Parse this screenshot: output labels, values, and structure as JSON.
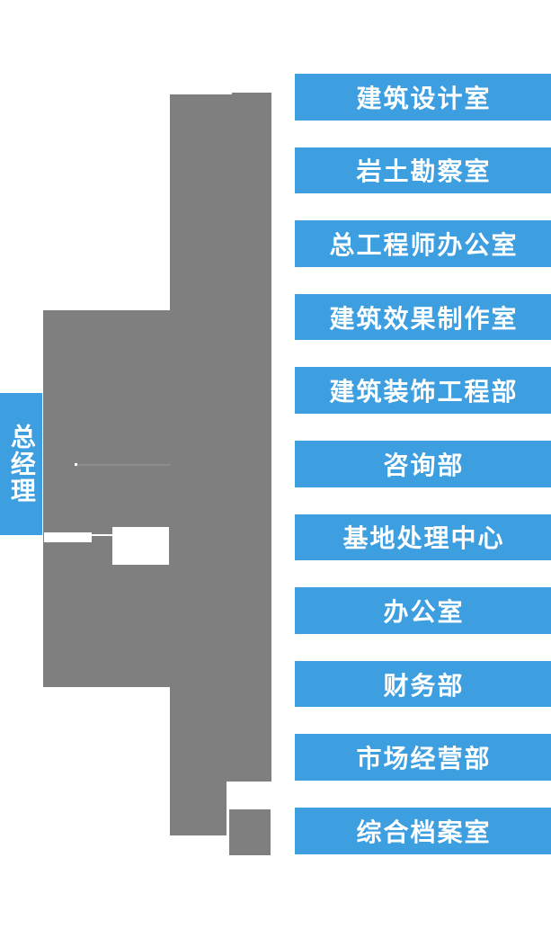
{
  "colors": {
    "node_blue": "#3D9EE0",
    "connector_gray": "#7F7F7F",
    "connector_gray_light": "#8C8C8C",
    "label_white": "#FFFFFF",
    "background": "#FFFFFF"
  },
  "org": {
    "type": "org-chart",
    "root": {
      "label": "总经理"
    },
    "departments": [
      {
        "label": "建筑设计室"
      },
      {
        "label": "岩土勘察室"
      },
      {
        "label": "总工程师办公室"
      },
      {
        "label": "建筑效果制作室"
      },
      {
        "label": "建筑装饰工程部"
      },
      {
        "label": "咨询部"
      },
      {
        "label": "基地处理中心"
      },
      {
        "label": "办公室"
      },
      {
        "label": "财务部"
      },
      {
        "label": "市场经营部"
      },
      {
        "label": "综合档案室"
      }
    ]
  }
}
